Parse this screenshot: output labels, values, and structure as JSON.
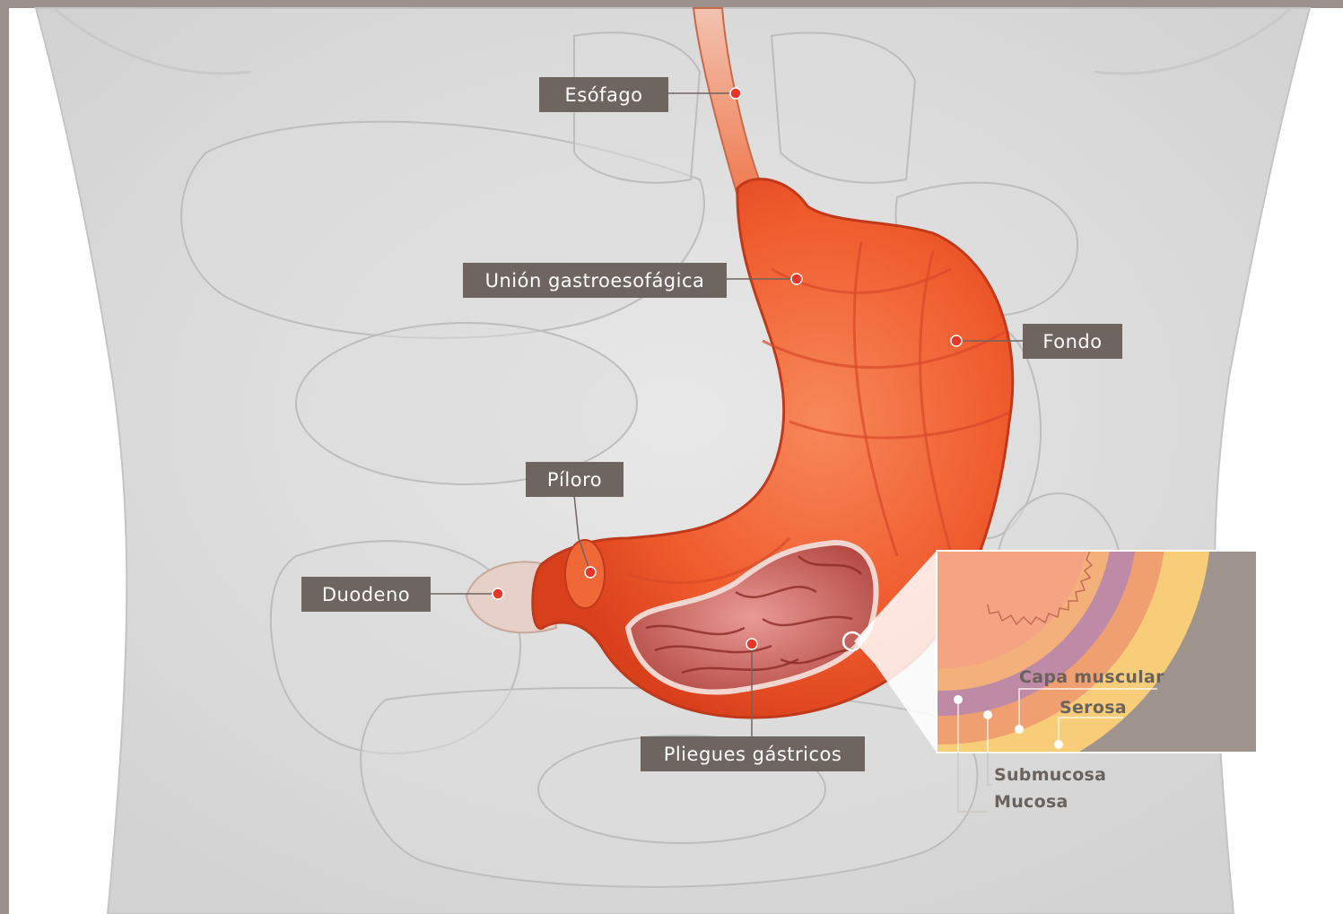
{
  "labels": {
    "esofago": "Esófago",
    "union": "Unión gastroesofágica",
    "fondo": "Fondo",
    "piloro": "Píloro",
    "duodeno": "Duodeno",
    "pliegues": "Pliegues gástricos"
  },
  "inset": {
    "capa_muscular": "Capa muscular",
    "serosa": "Serosa",
    "submucosa": "Submucosa",
    "mucosa": "Mucosa"
  },
  "colors": {
    "frame": "#9b918a",
    "label_bg": "#6f6560",
    "marker": "#e8362a",
    "stomach": "#ef5a2c",
    "mucosa_layer": "#f4a383",
    "submucosa_layer": "#bf8aa6",
    "muscular_layer": "#f0a070",
    "serosa_layer": "#f7cd79"
  }
}
